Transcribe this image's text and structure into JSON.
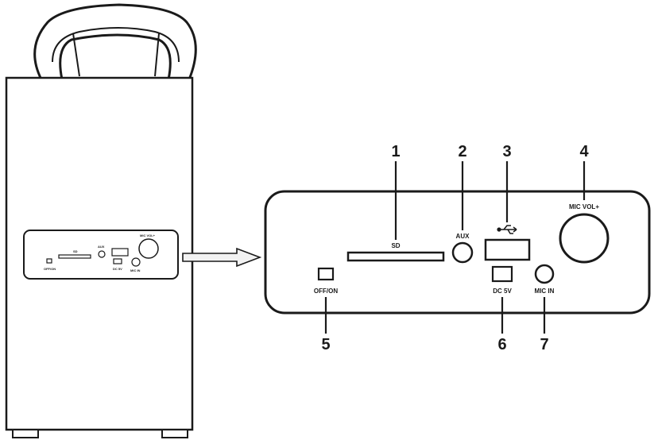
{
  "callouts": [
    {
      "number": "1"
    },
    {
      "number": "2"
    },
    {
      "number": "3"
    },
    {
      "number": "4"
    },
    {
      "number": "5"
    },
    {
      "number": "6"
    },
    {
      "number": "7"
    }
  ],
  "port_labels": {
    "sd": "SD",
    "aux": "AUX",
    "mic_vol": "MIC VOL+",
    "off_on": "OFF/ON",
    "dc": "DC 5V",
    "mic_in": "MIC IN"
  },
  "icons": {
    "usb": "usb-icon"
  },
  "colors": {
    "stroke": "#1a1a1a",
    "panel_fill": "#ffffff",
    "arrow_fill": "#f2f2f2"
  }
}
